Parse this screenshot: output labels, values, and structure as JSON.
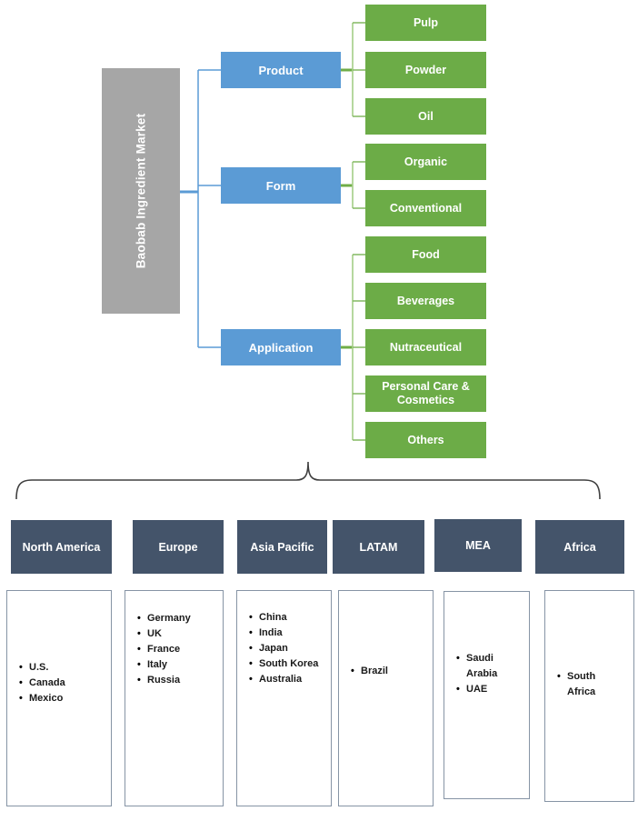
{
  "title": "Baobab Ingredient Market",
  "colors": {
    "root_gray": "#A6A6A6",
    "segment_blue": "#5B9BD5",
    "child_green": "#6CAC47",
    "region_slate": "#44546A",
    "connector_blue": "#5B9BD5",
    "connector_green_dark": "#70AD47",
    "connector_green_light": "#A9D18E",
    "connector_green_mid": "#84B862",
    "brace": "#404040"
  },
  "chart_data": {
    "type": "table",
    "title": "Baobab Ingredient Market segmentation",
    "segments": [
      {
        "label": "Product",
        "children": [
          "Pulp",
          "Powder",
          "Oil"
        ]
      },
      {
        "label": "Form",
        "children": [
          "Organic",
          "Conventional"
        ]
      },
      {
        "label": "Application",
        "children": [
          "Food",
          "Beverages",
          "Nutraceutical",
          "Personal Care & Cosmetics",
          "Others"
        ]
      }
    ]
  },
  "segments": [
    {
      "label": "Product",
      "children": [
        "Pulp",
        "Powder",
        "Oil"
      ]
    },
    {
      "label": "Form",
      "children": [
        "Organic",
        "Conventional"
      ]
    },
    {
      "label": "Application",
      "children": [
        "Food",
        "Beverages",
        "Nutraceutical",
        "Personal Care & Cosmetics",
        "Others"
      ]
    }
  ],
  "regions": [
    {
      "label": "North America",
      "countries": [
        "U.S.",
        "Canada",
        "Mexico"
      ]
    },
    {
      "label": "Europe",
      "countries": [
        "Germany",
        "UK",
        "France",
        "Italy",
        "Russia"
      ]
    },
    {
      "label": "Asia Pacific",
      "countries": [
        "China",
        "India",
        "Japan",
        "South Korea",
        "Australia"
      ]
    },
    {
      "label": "LATAM",
      "countries": [
        "Brazil"
      ]
    },
    {
      "label": "MEA",
      "countries": [
        "Saudi Arabia",
        "UAE"
      ]
    },
    {
      "label": "Africa",
      "countries": [
        "South Africa"
      ]
    }
  ]
}
